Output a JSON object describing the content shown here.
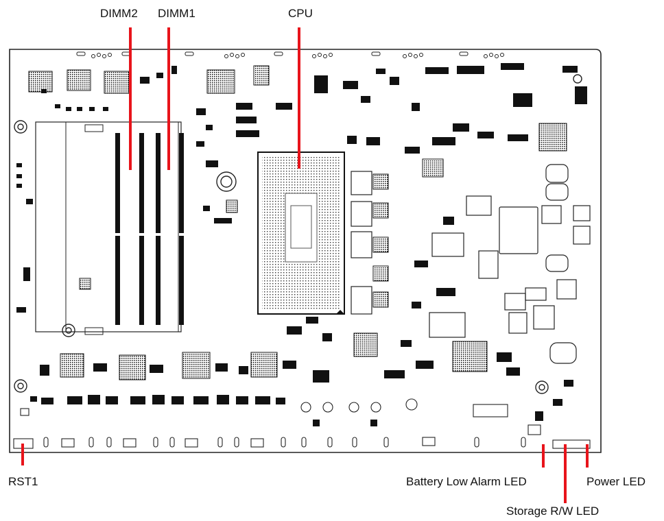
{
  "title": "",
  "colors": {
    "board": "#222222",
    "callout_line": "#e8141b",
    "label_text": "#111111"
  },
  "callouts": {
    "dimm2": "DIMM2",
    "dimm1": "DIMM1",
    "cpu": "CPU",
    "rst1": "RST1",
    "battery_low_alarm_led": "Battery Low Alarm LED",
    "storage_rw_led": "Storage R/W LED",
    "power_led": "Power LED"
  }
}
